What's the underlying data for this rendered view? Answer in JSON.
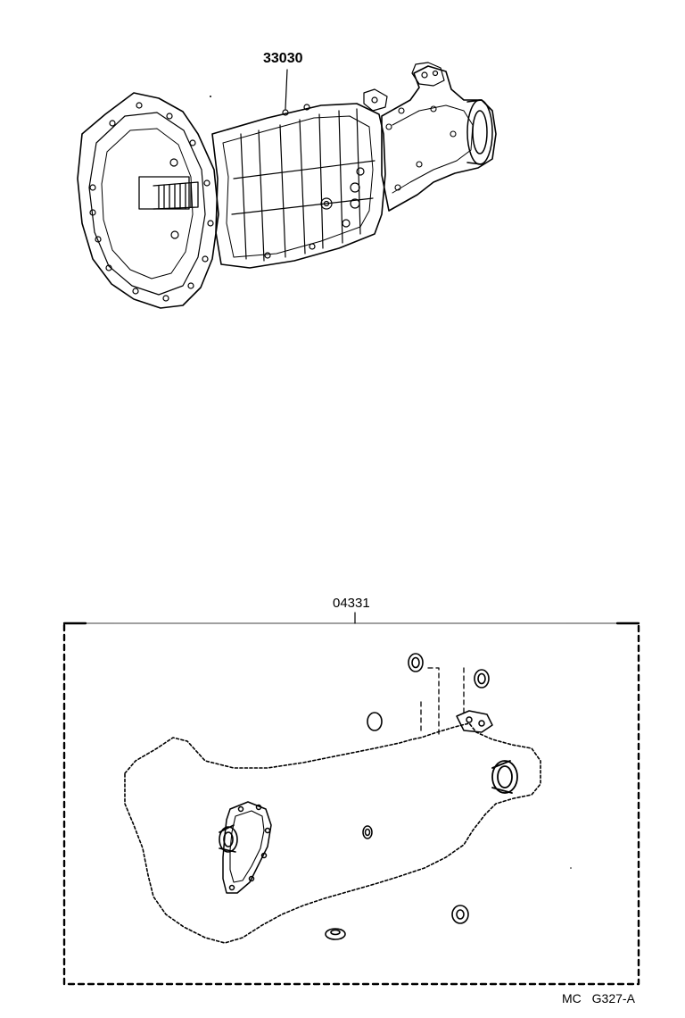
{
  "callouts": {
    "transmission_assembly": "33030",
    "gasket_kit": "04331"
  },
  "figure_code": {
    "prefix": "MC",
    "id": "G327-A"
  }
}
